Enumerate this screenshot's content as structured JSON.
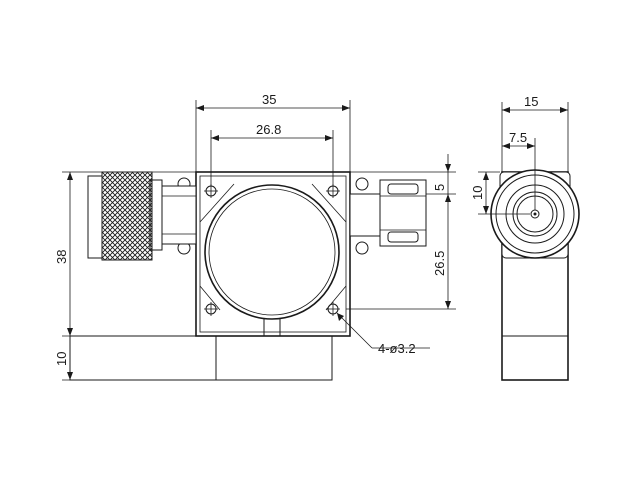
{
  "dimensions": {
    "body_width": "35",
    "hole_spacing": "26.8",
    "height": "38",
    "base_height": "10",
    "top_offset": "5",
    "port_offset": "26.5",
    "holes": "4-ø3.2",
    "side_width": "15",
    "side_center": "7.5",
    "side_port_height": "10"
  }
}
